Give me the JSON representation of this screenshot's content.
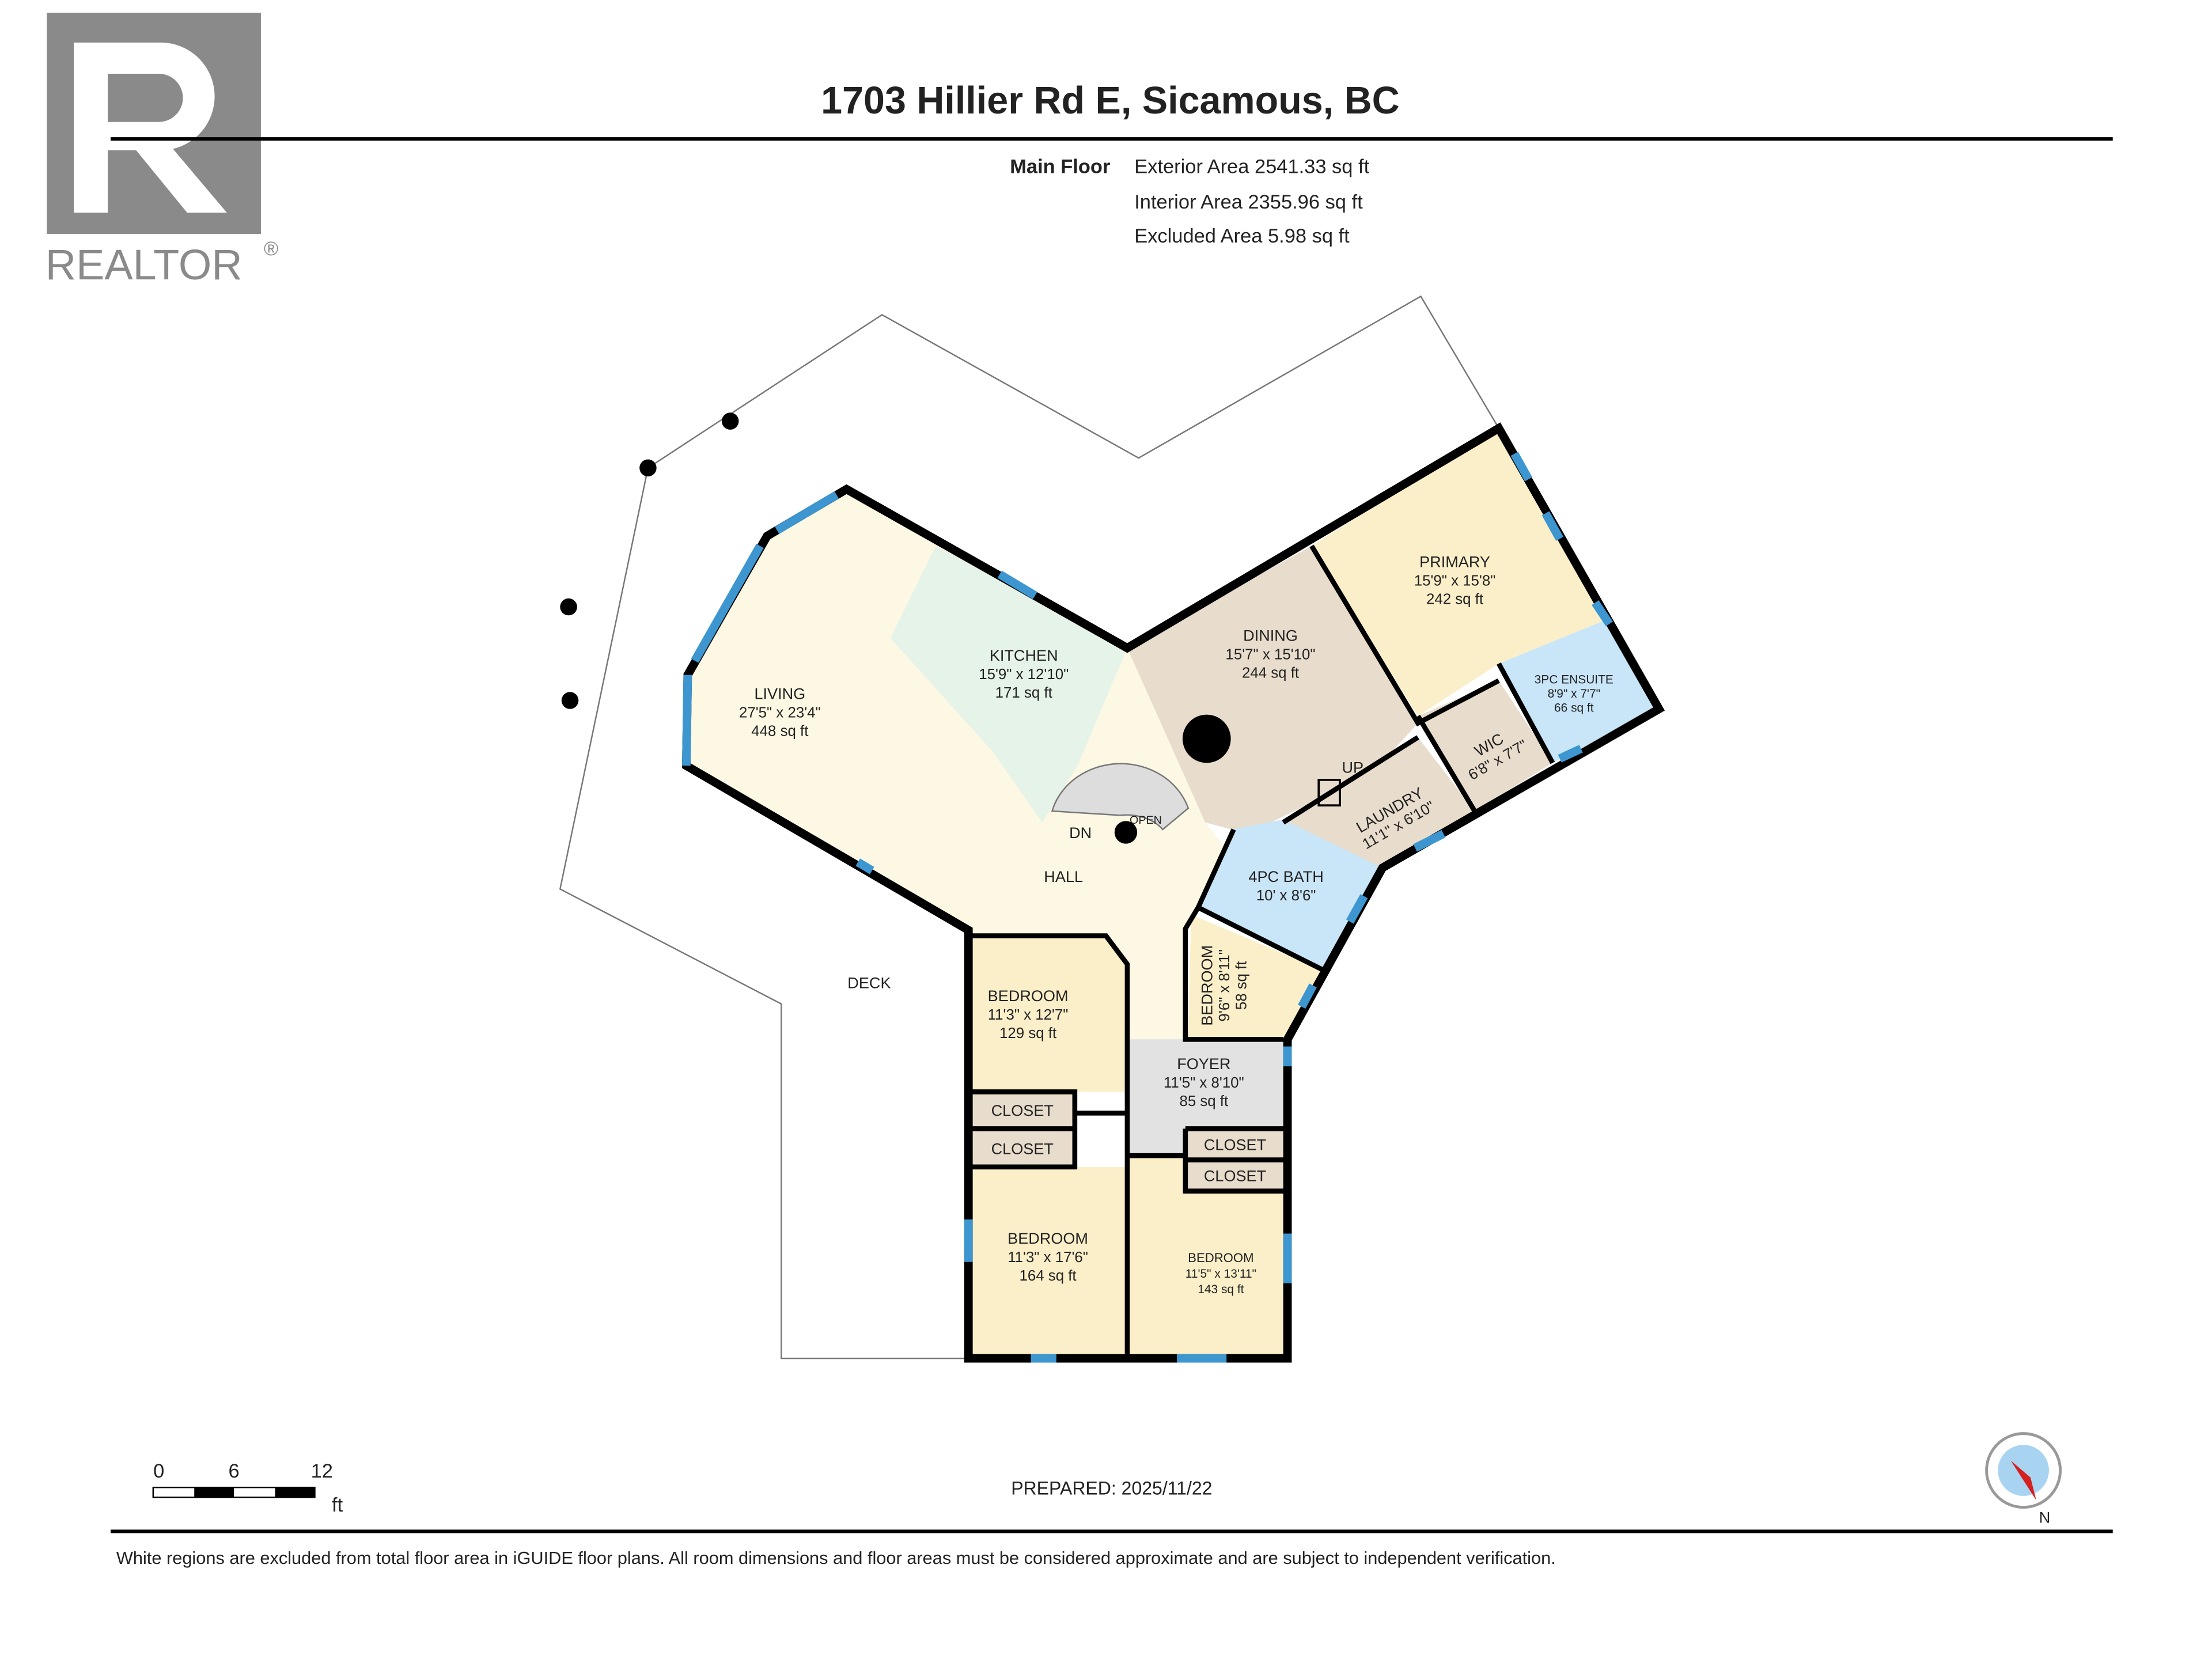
{
  "header": {
    "title": "1703 Hillier Rd E, Sicamous, BC",
    "logo_text": "REALTOR",
    "logo_mark": "®"
  },
  "summary": {
    "floor_label": "Main Floor",
    "lines": [
      "Exterior Area 2541.33 sq ft",
      "Interior Area 2355.96 sq ft",
      "Excluded Area 5.98 sq ft"
    ]
  },
  "rooms": {
    "living": {
      "name": "LIVING",
      "dims": "27'5\" x 23'4\"",
      "area": "448 sq ft"
    },
    "kitchen": {
      "name": "KITCHEN",
      "dims": "15'9\" x 12'10\"",
      "area": "171 sq ft"
    },
    "dining": {
      "name": "DINING",
      "dims": "15'7\" x 15'10\"",
      "area": "244 sq ft"
    },
    "primary": {
      "name": "PRIMARY",
      "dims": "15'9\" x 15'8\"",
      "area": "242 sq ft"
    },
    "ensuite": {
      "name": "3PC ENSUITE",
      "dims": "8'9\" x 7'7\"",
      "area": "66 sq ft"
    },
    "wic": {
      "name": "WIC",
      "dims": "6'8\" x 7'7\""
    },
    "laundry": {
      "name": "LAUNDRY",
      "dims": "11'1\" x 6'10\""
    },
    "bath": {
      "name": "4PC BATH",
      "dims": "10' x 8'6\""
    },
    "bedroom_small": {
      "name": "BEDROOM",
      "dims": "9'6\" x 8'11\"",
      "area": "58 sq ft"
    },
    "foyer": {
      "name": "FOYER",
      "dims": "11'5\" x 8'10\"",
      "area": "85 sq ft"
    },
    "bedroom1": {
      "name": "BEDROOM",
      "dims": "11'3\" x 12'7\"",
      "area": "129 sq ft"
    },
    "bedroom2": {
      "name": "BEDROOM",
      "dims": "11'3\" x 17'6\"",
      "area": "164 sq ft"
    },
    "bedroom3": {
      "name": "BEDROOM",
      "dims": "11'5\" x 13'11\"",
      "area": "143 sq ft"
    },
    "closets": [
      "CLOSET",
      "CLOSET",
      "CLOSET",
      "CLOSET"
    ],
    "hall": "HALL",
    "deck": "DECK",
    "stairs": {
      "up": "UP",
      "down": "DN",
      "open": "OPEN"
    }
  },
  "colors": {
    "living": "#fdf8e3",
    "kitchen": "#e5f3e8",
    "dining": "#e8dccc",
    "bedroom": "#fbefc9",
    "bath": "#c9e5f8",
    "foyer": "#e2e2e2",
    "closet": "#e8dccc",
    "window": "#3d96cf"
  },
  "scale": {
    "ticks": [
      "0",
      "6",
      "12"
    ],
    "unit": "ft"
  },
  "prepared": "PREPARED: 2025/11/22",
  "compass": {
    "label": "N"
  },
  "footer": "White regions are excluded from total floor area in iGUIDE floor plans. All room dimensions and floor areas must be considered approximate and are subject to independent verification."
}
